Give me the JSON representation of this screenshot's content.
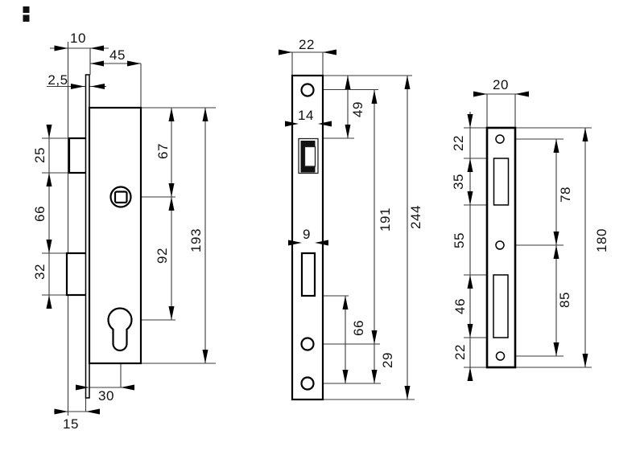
{
  "drawing": {
    "description": "Technical dimension drawing of a mortise lock: lock body side view, faceplate front view, strike plate front view",
    "colors": {
      "background": "#ffffff",
      "lines": "#000000",
      "text": "#111111"
    },
    "views": {
      "lock_body": {
        "label": "lock-body-side-view",
        "dims": {
          "width_10": "10",
          "depth_45": "45",
          "faceplate_thickness": "2,5",
          "latch_height": "25",
          "latch_to_bolt": "66",
          "bolt_height": "32",
          "top_to_spindle": "67",
          "spindle_to_cylinder": "92",
          "case_height": "193",
          "backset_30": "30",
          "bottom_15": "15"
        }
      },
      "faceplate": {
        "label": "faceplate-front-view",
        "dims": {
          "width_22": "22",
          "top_to_latch": "49",
          "latch_cutout_width": "14",
          "bolt_cutout_width": "9",
          "hole_spacing_191": "191",
          "total_height_244": "244",
          "bolt_to_hole_66": "66",
          "bottom_hole_spacing_29": "29"
        }
      },
      "strike_plate": {
        "label": "strike-plate-front-view",
        "dims": {
          "width_20": "20",
          "top_margin_22": "22",
          "latch_slot_35": "35",
          "slot_gap_55": "55",
          "bolt_slot_46": "46",
          "bottom_margin_22": "22",
          "hole_span_78": "78",
          "hole_span_85": "85",
          "total_height_180": "180"
        }
      }
    }
  }
}
